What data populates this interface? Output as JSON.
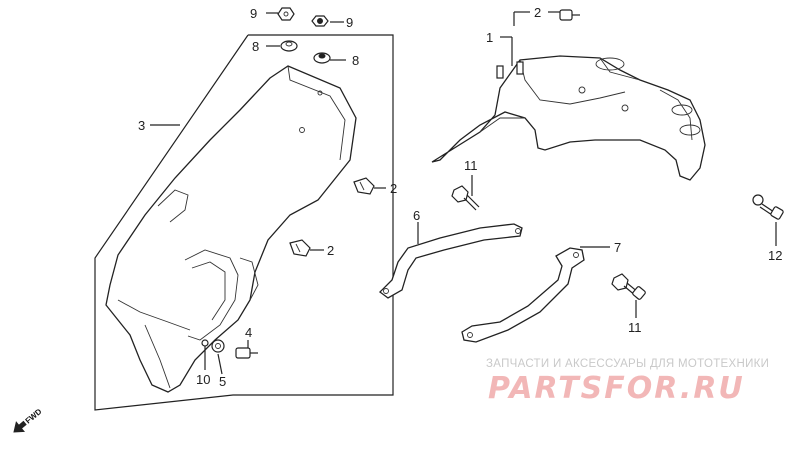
{
  "callouts": {
    "c1": "1",
    "c2_top": "2",
    "c2_mid": "2",
    "c2_low": "2",
    "c3": "3",
    "c4": "4",
    "c5": "5",
    "c6": "6",
    "c7": "7",
    "c8_left": "8",
    "c8_right": "8",
    "c9_left": "9",
    "c9_right": "9",
    "c10": "10",
    "c11_top": "11",
    "c11_bottom": "11",
    "c12": "12"
  },
  "direction_marker": {
    "label": "FWD",
    "icon": "arrow-icon"
  },
  "watermark": {
    "tagline": "ЗАПЧАСТИ И АКСЕССУАРЫ ДЛЯ МОТОТЕХНИКИ",
    "brand": "PARTSFOR.RU",
    "brand_color": "#f2b7b7"
  },
  "colors": {
    "line": "#222222",
    "background": "#ffffff"
  }
}
